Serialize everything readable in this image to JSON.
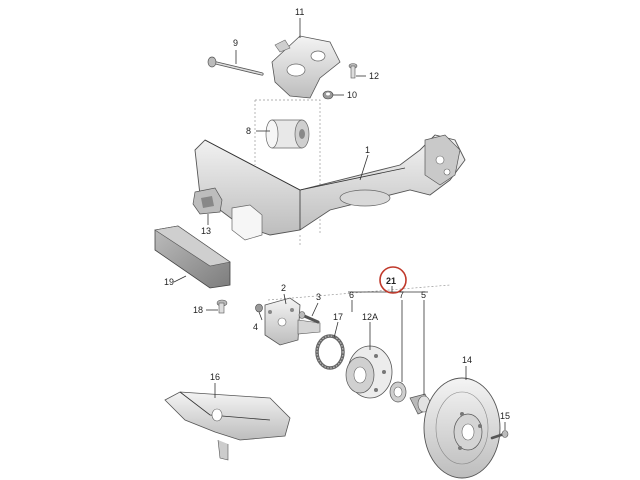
{
  "callouts": {
    "c1": "1",
    "c2": "2",
    "c3": "3",
    "c4": "4",
    "c5": "5",
    "c6": "6",
    "c7": "7",
    "c8": "8",
    "c9": "9",
    "c10": "10",
    "c11": "11",
    "c12": "12",
    "c12a": "12A",
    "c13": "13",
    "c14": "14",
    "c15": "15",
    "c16": "16",
    "c17": "17",
    "c18": "18",
    "c19": "19",
    "c21": "21"
  },
  "colors": {
    "part_light": "#f1f1f1",
    "part_mid": "#d4d4d4",
    "part_dark": "#9a9a9a",
    "outline": "#555555",
    "highlight_circle": "#c0392b"
  }
}
